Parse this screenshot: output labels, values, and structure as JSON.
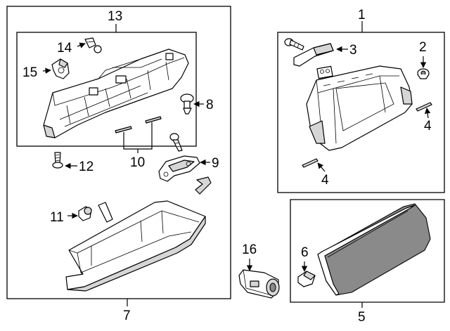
{
  "callouts": {
    "c1": "1",
    "c2": "2",
    "c3": "3",
    "c4a": "4",
    "c4b": "4",
    "c5": "5",
    "c6": "6",
    "c7": "7",
    "c8": "8",
    "c9": "9",
    "c10": "10",
    "c11": "11",
    "c12": "12",
    "c13": "13",
    "c14": "14",
    "c15": "15",
    "c16": "16"
  }
}
